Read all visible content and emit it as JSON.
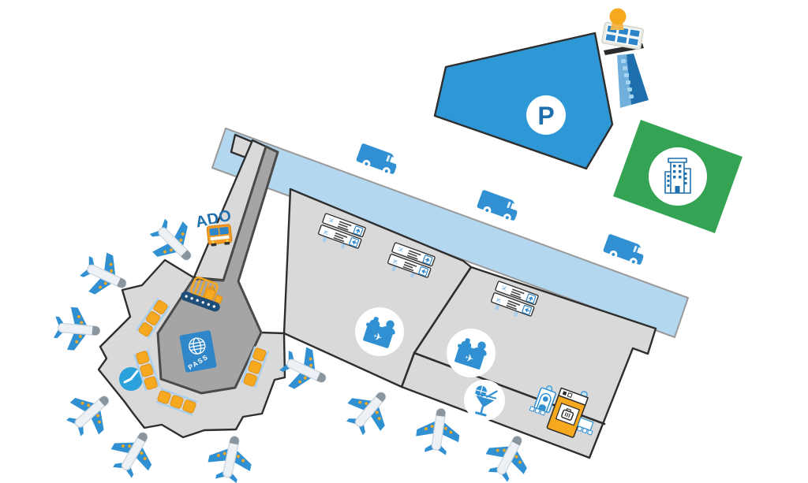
{
  "labels": {
    "parking": "P",
    "bus_company": "ADO",
    "passport": "PASS"
  },
  "glyphs": {
    "plane": "✈"
  },
  "colors": {
    "road": "#b3d7ef",
    "parking": "#2e97d6",
    "parking_letter": "#1d6fae",
    "green_zone": "#34a353",
    "terminal": "#d9d9d9",
    "terminal_dark": "#a5a5a5",
    "icon_blue": "#3190d2",
    "navy": "#1f4e79",
    "orange": "#f6a81f",
    "white": "#ffffff"
  },
  "legend": {
    "zones": [
      "parking-lot",
      "hotel-zone",
      "access-road",
      "terminal-halls",
      "departures-wing",
      "gate-rotunda",
      "passport-control-zone"
    ],
    "icon_inventory": [
      "control-tower",
      "shuttle-van",
      "hotel-building",
      "arrivals-departures-board",
      "check-in-desk",
      "cocktail-bar",
      "security-scanner",
      "baggage-conveyor",
      "passport",
      "clock",
      "waiting-chairs",
      "airport-bus",
      "airplane"
    ]
  }
}
